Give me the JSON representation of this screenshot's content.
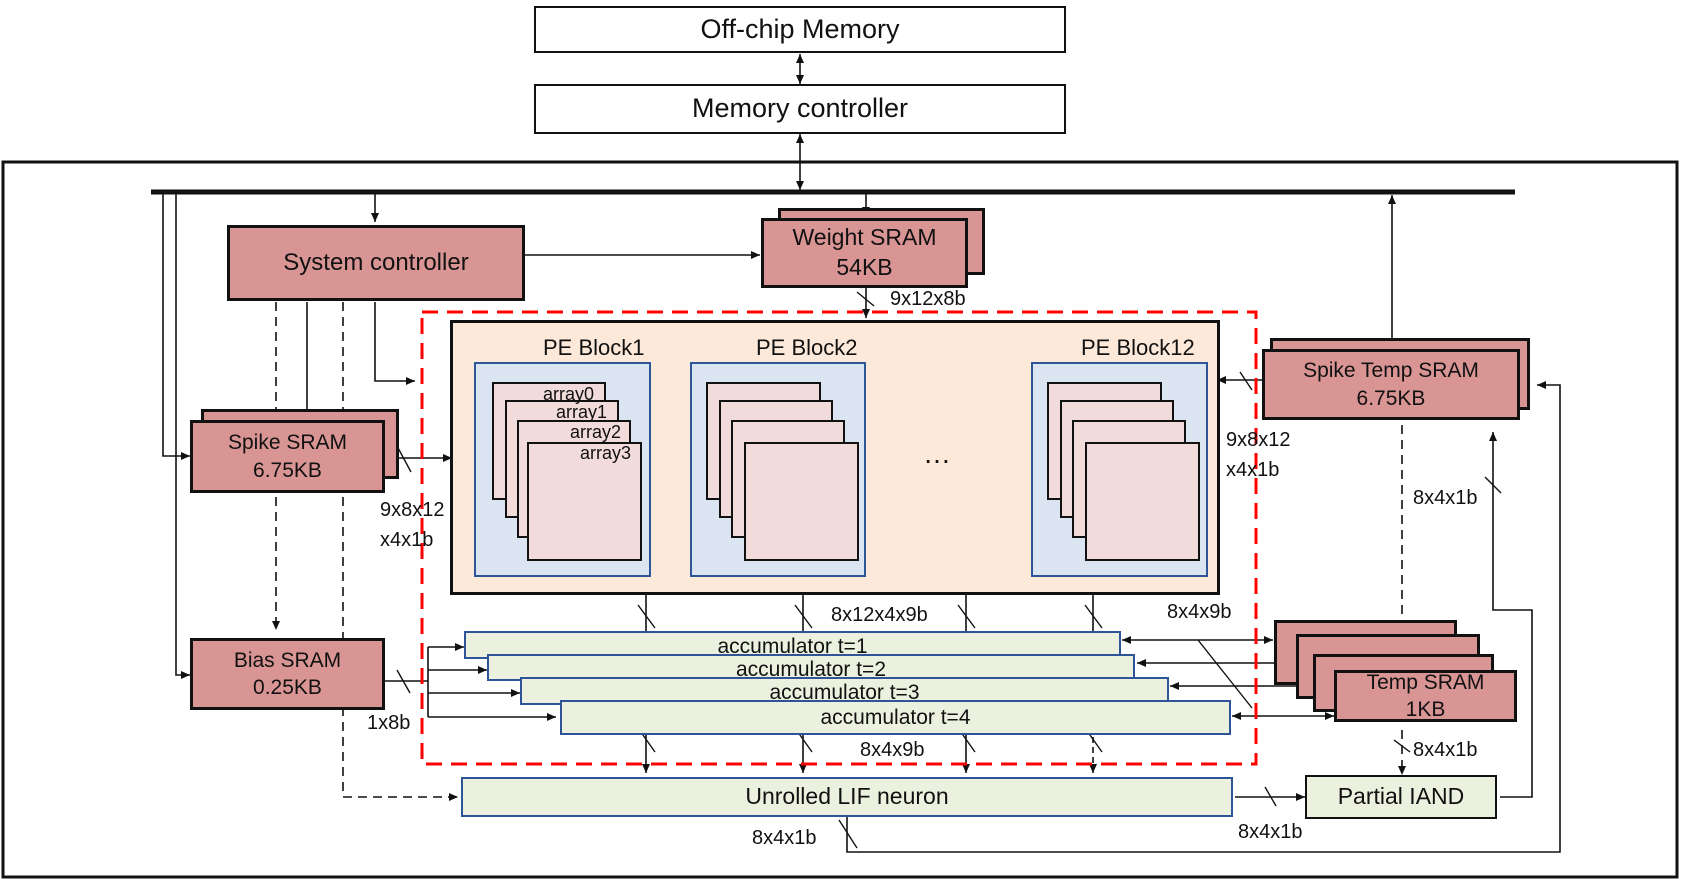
{
  "blocks": {
    "off_chip_memory": "Off-chip Memory",
    "memory_controller": "Memory controller",
    "system_controller": "System controller",
    "weight_sram": [
      "Weight SRAM",
      "54KB"
    ],
    "spike_sram": [
      "Spike SRAM",
      "6.75KB"
    ],
    "bias_sram": [
      "Bias SRAM",
      "0.25KB"
    ],
    "spike_temp_sram": [
      "Spike Temp SRAM",
      "6.75KB"
    ],
    "temp_sram": [
      "Temp SRAM",
      "1KB"
    ],
    "lif_neuron": "Unrolled  LIF neuron",
    "partial_iand": "Partial IAND"
  },
  "pe_blocks": [
    "PE Block1",
    "PE Block2",
    "PE Block12"
  ],
  "arrays": [
    "array0",
    "array1",
    "array2",
    "array3"
  ],
  "ellipsis": "…",
  "accumulators": [
    "accumulator t=1",
    "accumulator t=2",
    "accumulator t=3",
    "accumulator t=4"
  ],
  "bus_labels": {
    "weight_out": "9x12x8b",
    "spike_out_1": "9x8x12",
    "spike_out_2": "x4x1b",
    "spike_temp_in_1": "9x8x12",
    "spike_temp_in_2": "x4x1b",
    "spike_temp_fb": "8x4x1b",
    "pe_to_acc": "8x12x4x9b",
    "acc_to_temp": "8x4x9b",
    "bias_out": "1x8b",
    "acc_to_lif": "8x4x9b",
    "temp_out": "8x4x1b",
    "lif_out_1": "8x4x1b",
    "lif_out_2": "8x4x1b"
  },
  "colors": {
    "sram_fill": "#d99594",
    "pe_outer_fill": "#fde9d9",
    "pe_block_fill": "#dbe5f1",
    "array_fill": "#f2dcdb",
    "accumulator_fill": "#ebf1de",
    "highlight_dash": "#ff0000",
    "block_border": "#2e5597"
  }
}
